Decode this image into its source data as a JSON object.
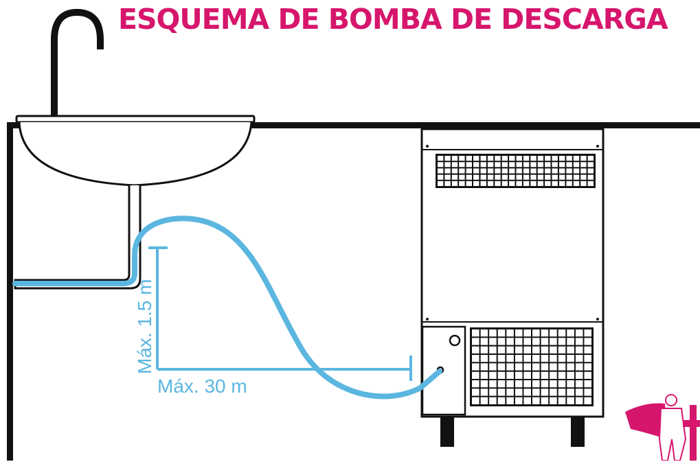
{
  "title": "ESQUEMA DE BOMBA DE DESCARGA",
  "labels": {
    "max_height": "Máx. 1.5 m",
    "max_length": "Máx. 30 m"
  },
  "colors": {
    "title": "#D6166C",
    "hose": "#5BB6E0",
    "outline": "#111111",
    "background": "#FFFFFF",
    "logo": "#D6166C"
  },
  "icons": {
    "faucet": "faucet-icon",
    "sink": "sink-basin",
    "ice_machine": "ice-machine-icon",
    "pump": "drain-pump-icon",
    "logo": "superhero-logo"
  }
}
